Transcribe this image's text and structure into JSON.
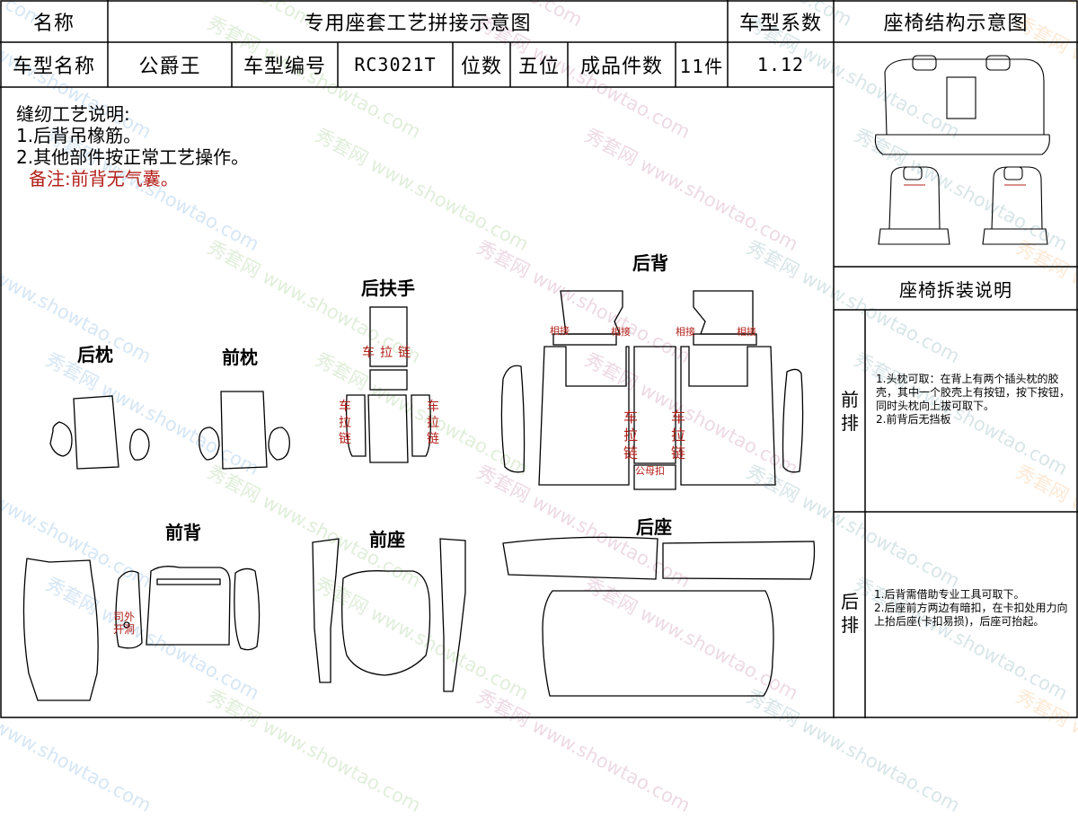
{
  "header": {
    "name_label": "名称",
    "title": "专用座套工艺拼接示意图",
    "coef_label": "车型系数",
    "structure_title": "座椅结构示意图"
  },
  "info": {
    "model_name_label": "车型名称",
    "model_name": "公爵王",
    "model_no_label": "车型编号",
    "model_no": "RC3021T",
    "seats_label": "位数",
    "seats": "五位",
    "pieces_label": "成品件数",
    "pieces": "11件",
    "coef": "1.12"
  },
  "notes": {
    "heading": "缝纫工艺说明:",
    "line1": "1.后背吊橡筋。",
    "line2": "2.其他部件按正常工艺操作。",
    "remark": "备注:前背无气囊。"
  },
  "parts": {
    "rear_headrest": "后枕",
    "front_headrest": "前枕",
    "rear_armrest": "后扶手",
    "rear_back": "后背",
    "front_back": "前背",
    "front_seat": "前座",
    "rear_seat": "后座"
  },
  "marks": {
    "join": "相接",
    "zip": "车拉链",
    "zip_chars": [
      "车",
      "拉",
      "链"
    ],
    "mother_zip": "公母扣",
    "hole_line1": "司外",
    "hole_line2": "开洞"
  },
  "disassembly": {
    "title": "座椅拆装说明",
    "front_row": [
      "前",
      "排"
    ],
    "front_text": "1.头枕可取：在背上有两个插头枕的胶壳，其中一个胶壳上有按钮，按下按钮，同时头枕向上拔可取下。\n2.前背后无挡板",
    "rear_row": [
      "后",
      "排"
    ],
    "rear_text": "1.后背需借助专业工具可取下。\n2.后座前方两边有暗扣，在卡扣处用力向上抬后座(卡扣易损)，后座可抬起。"
  },
  "watermark": {
    "cn": "秀套网",
    "url": "www.showtao.com"
  },
  "colors": {
    "accent_red": "#b3201a",
    "line": "#000000"
  }
}
